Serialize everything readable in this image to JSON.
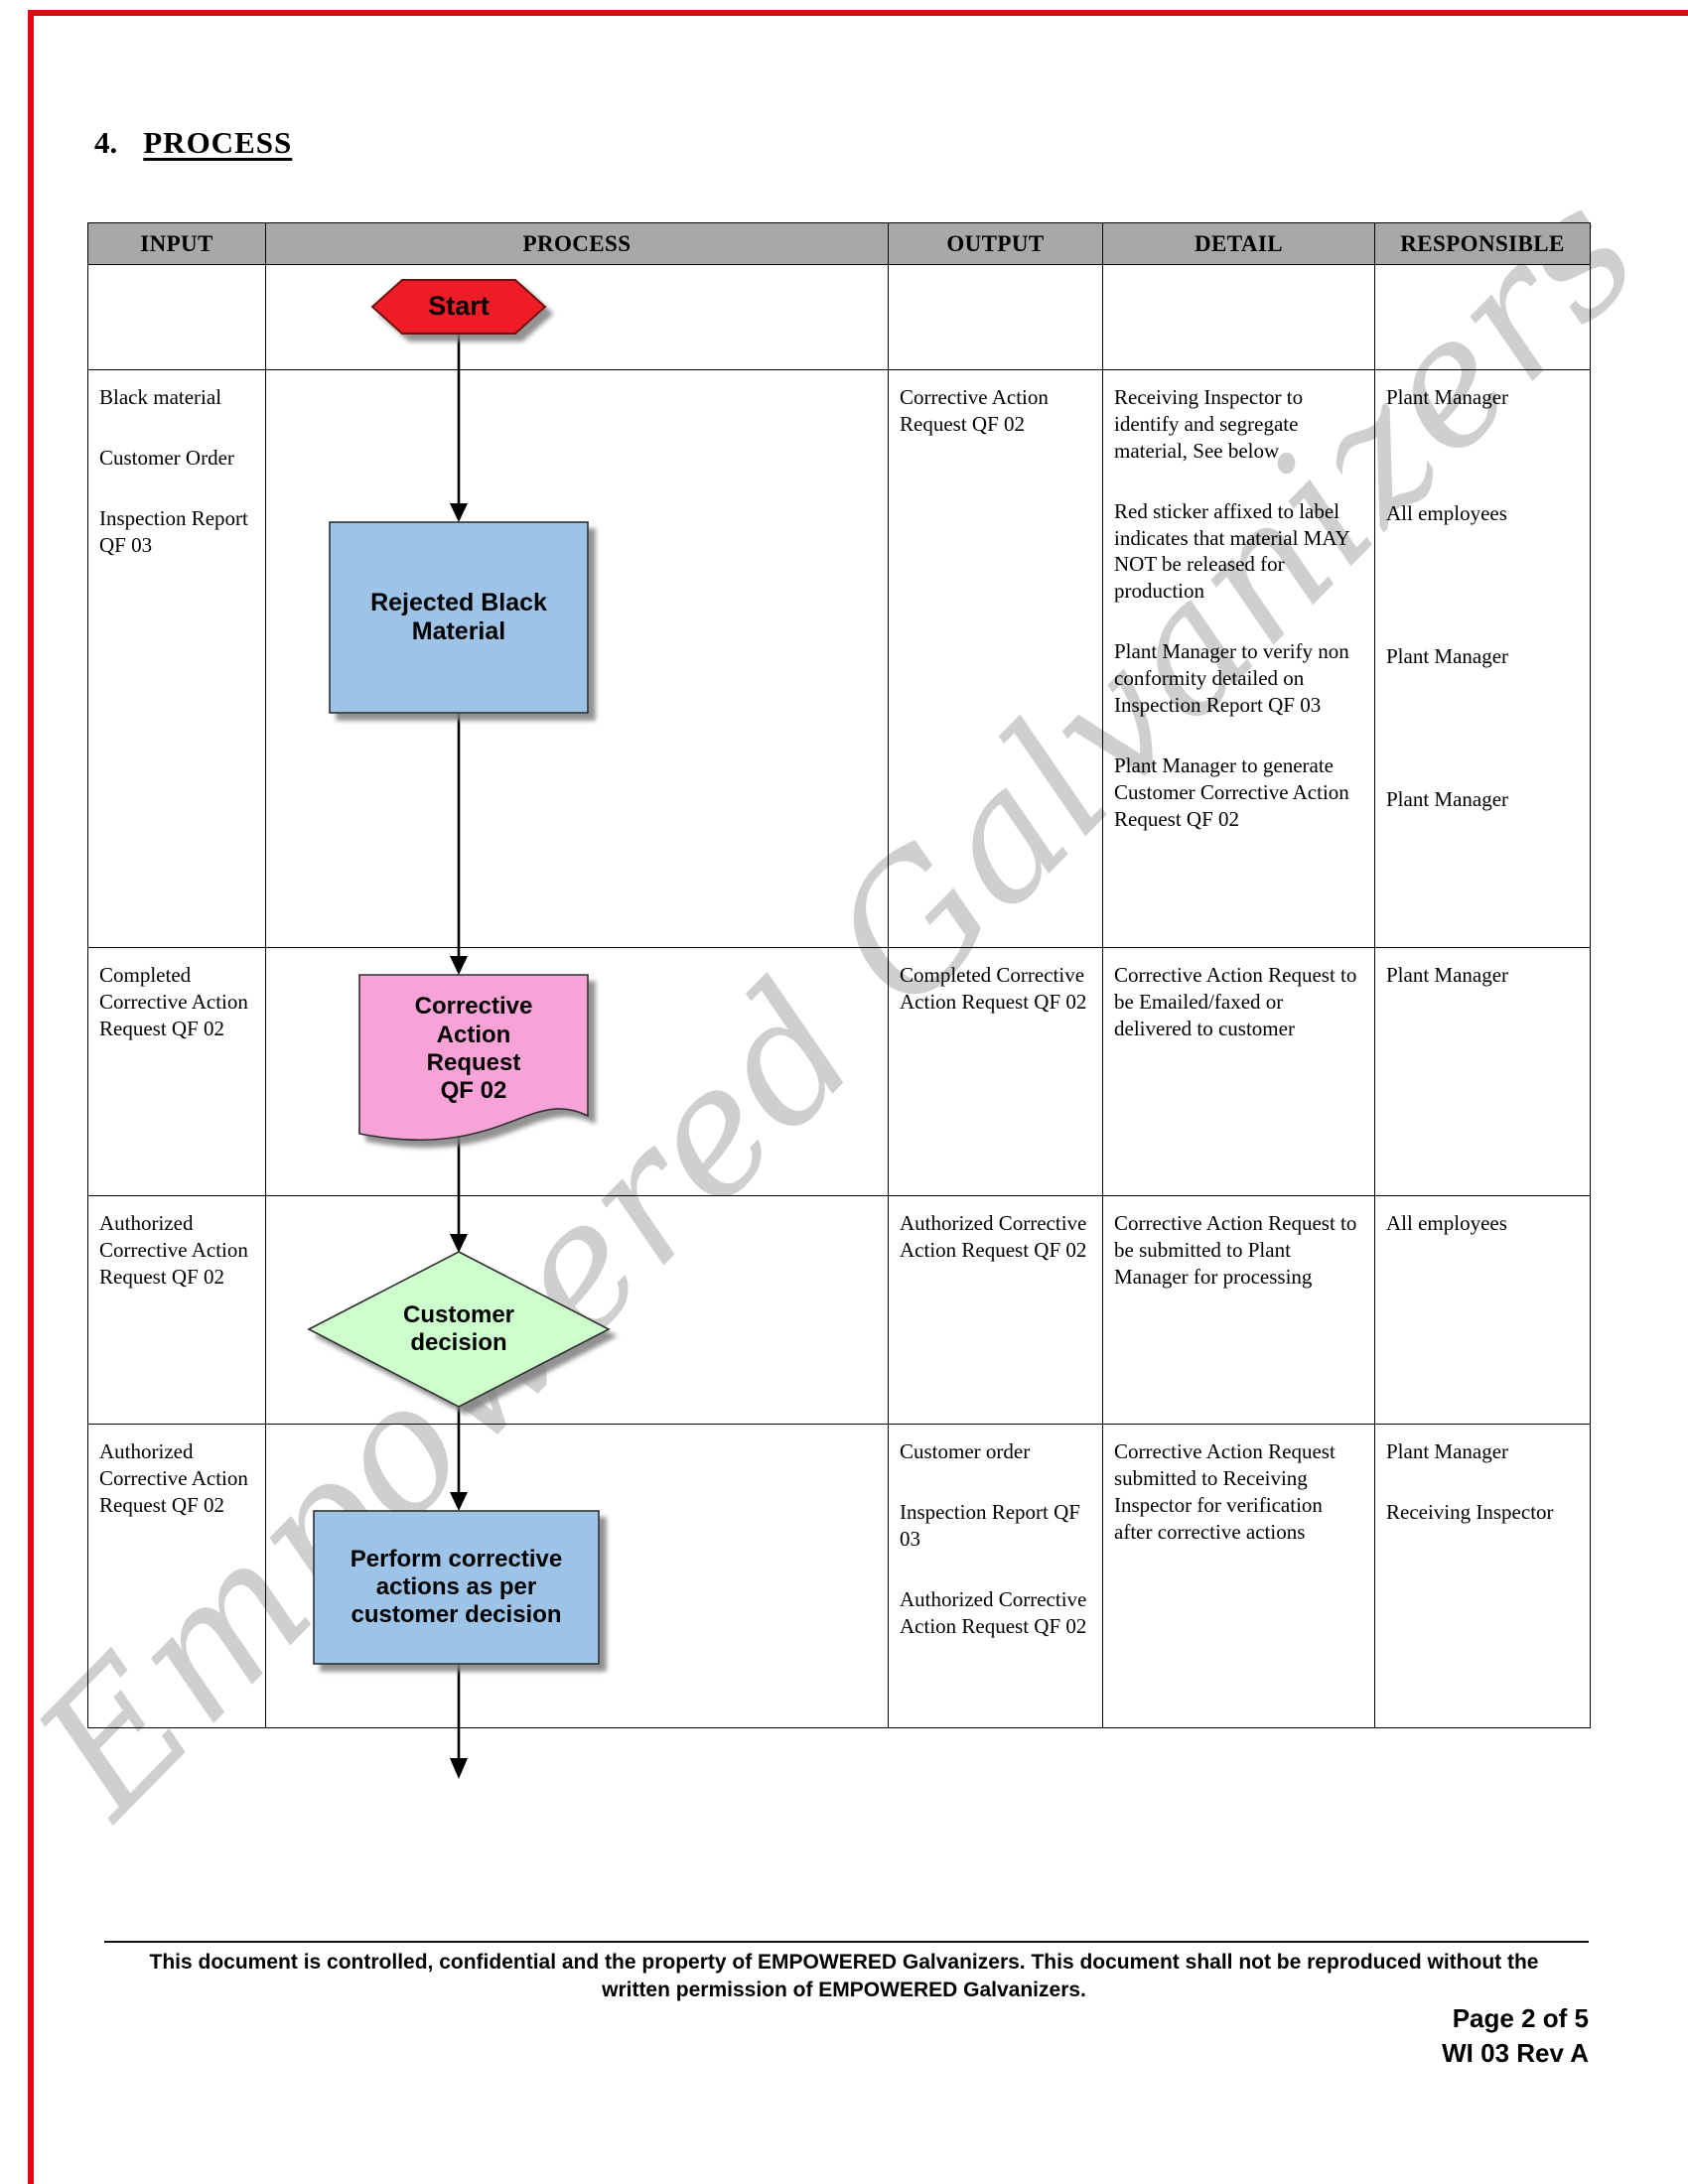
{
  "colors": {
    "page_border_red": "#e30613",
    "table_header_gray": "#a8a8a8"
  },
  "page": {
    "heading": {
      "number": "4.",
      "title": "PROCESS"
    },
    "watermark": "Empowered Galvanizers",
    "footer": {
      "line1": "This document is controlled, confidential and the property of EMPOWERED Galvanizers. This document shall not be reproduced without the",
      "line2": "written permission of EMPOWERED Galvanizers.",
      "page_number": "Page 2 of 5",
      "doc_ref": "WI 03 Rev A"
    }
  },
  "table": {
    "headers": [
      "INPUT",
      "PROCESS",
      "OUTPUT",
      "DETAIL",
      "RESPONSIBLE"
    ],
    "row2": {
      "input": [
        "Black material",
        "Customer Order",
        "Inspection Report QF 03"
      ],
      "output": [
        "Corrective Action Request QF 02"
      ],
      "detail": [
        "Receiving Inspector to identify and segregate material, See below",
        "Red sticker affixed to label indicates that material MAY NOT be released for production",
        "Plant Manager to verify non conformity detailed on Inspection Report QF 03",
        "Plant Manager to generate Customer Corrective Action Request QF 02"
      ],
      "responsible": [
        "Plant Manager",
        "All employees",
        "Plant Manager",
        "Plant Manager"
      ]
    },
    "row3": {
      "input": [
        "Completed Corrective Action Request QF 02"
      ],
      "output": [
        "Completed Corrective Action Request QF 02"
      ],
      "detail": [
        "Corrective Action Request to be Emailed/faxed or delivered to customer"
      ],
      "responsible": [
        "Plant Manager"
      ]
    },
    "row4": {
      "input": [
        "Authorized Corrective Action Request QF 02"
      ],
      "output": [
        "Authorized Corrective Action Request QF 02"
      ],
      "detail": [
        "Corrective Action Request to be submitted to Plant Manager for processing"
      ],
      "responsible": [
        "All employees"
      ]
    },
    "row5": {
      "input": [
        "Authorized Corrective Action Request QF 02"
      ],
      "output": [
        "Customer order",
        "Inspection Report QF 03",
        "Authorized Corrective Action Request QF 02"
      ],
      "detail": [
        "Corrective Action Request submitted to Receiving Inspector for verification after corrective actions"
      ],
      "responsible": [
        "Plant Manager",
        "Receiving Inspector"
      ]
    }
  },
  "flowchart": {
    "start": {
      "label": "Start",
      "fill": "#ee1c25"
    },
    "rejected": {
      "label": "Rejected Black Material",
      "fill": "#9dc3e6"
    },
    "car": {
      "label": "Corrective Action Request QF 02",
      "fill": "#f8a3d8"
    },
    "decision": {
      "label": "Customer decision",
      "fill": "#ccffcc"
    },
    "perform": {
      "label": "Perform corrective actions as per customer decision",
      "fill": "#9dc3e6"
    }
  }
}
